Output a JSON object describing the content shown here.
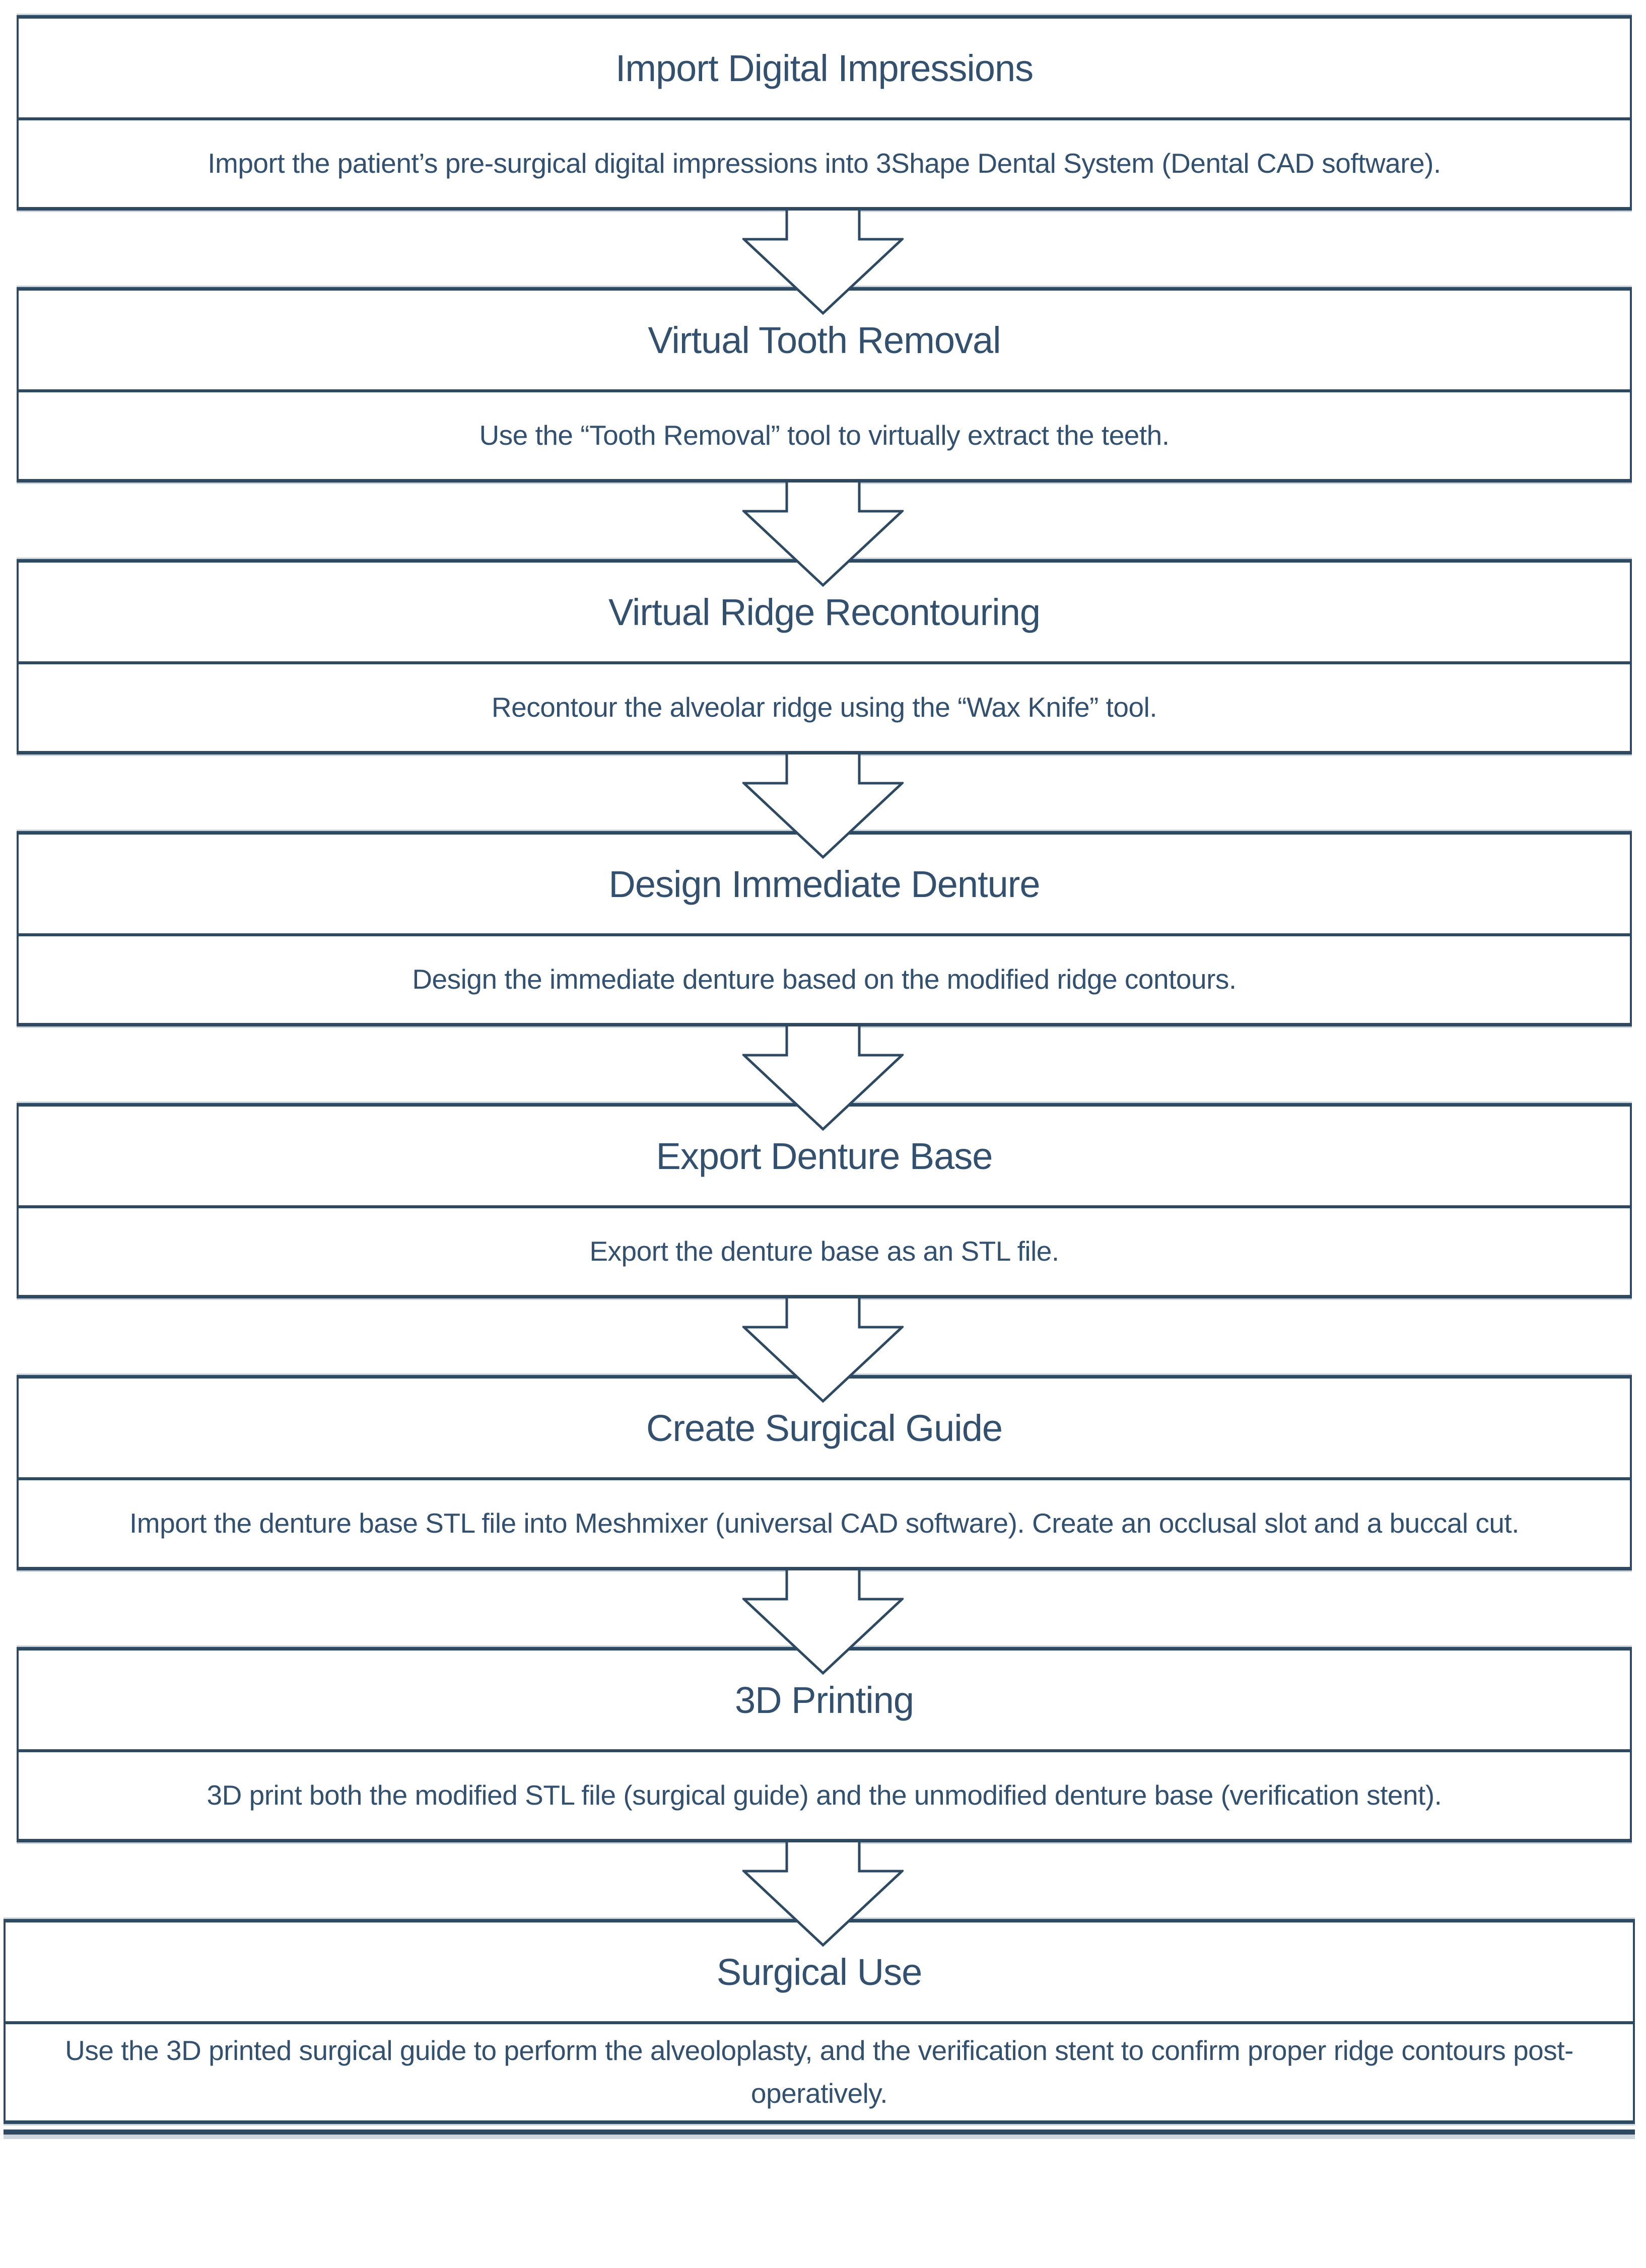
{
  "diagram": {
    "type": "flowchart",
    "direction": "top-to-bottom",
    "colors": {
      "outline": "#2e4a63",
      "text": "#33506e",
      "box_fill": "#ffffff",
      "background": "#ffffff",
      "border_halo": "#adbac7"
    },
    "connector": "down-block-arrow",
    "steps": [
      {
        "title": "Import Digital Impressions",
        "description": "Import the patient’s pre-surgical digital impressions into 3Shape Dental System (Dental CAD software)."
      },
      {
        "title": "Virtual Tooth Removal",
        "description": "Use the “Tooth Removal” tool to virtually extract the teeth."
      },
      {
        "title": "Virtual Ridge Recontouring",
        "description": "Recontour the alveolar ridge using the “Wax Knife” tool."
      },
      {
        "title": "Design Immediate Denture",
        "description": "Design the immediate denture based on the modified ridge contours."
      },
      {
        "title": "Export Denture Base",
        "description": "Export the denture base as an STL file."
      },
      {
        "title": "Create Surgical Guide",
        "description": "Import the denture base  STL file into Meshmixer (universal CAD software). Create an occlusal slot and a buccal cut."
      },
      {
        "title": "3D Printing",
        "description": "3D print both the modified STL file (surgical guide) and the unmodified denture base (verification stent)."
      },
      {
        "title": "Surgical Use",
        "description": "Use the 3D printed surgical guide to perform the alveoloplasty, and the verification stent to confirm proper ridge contours post-operatively."
      }
    ]
  }
}
